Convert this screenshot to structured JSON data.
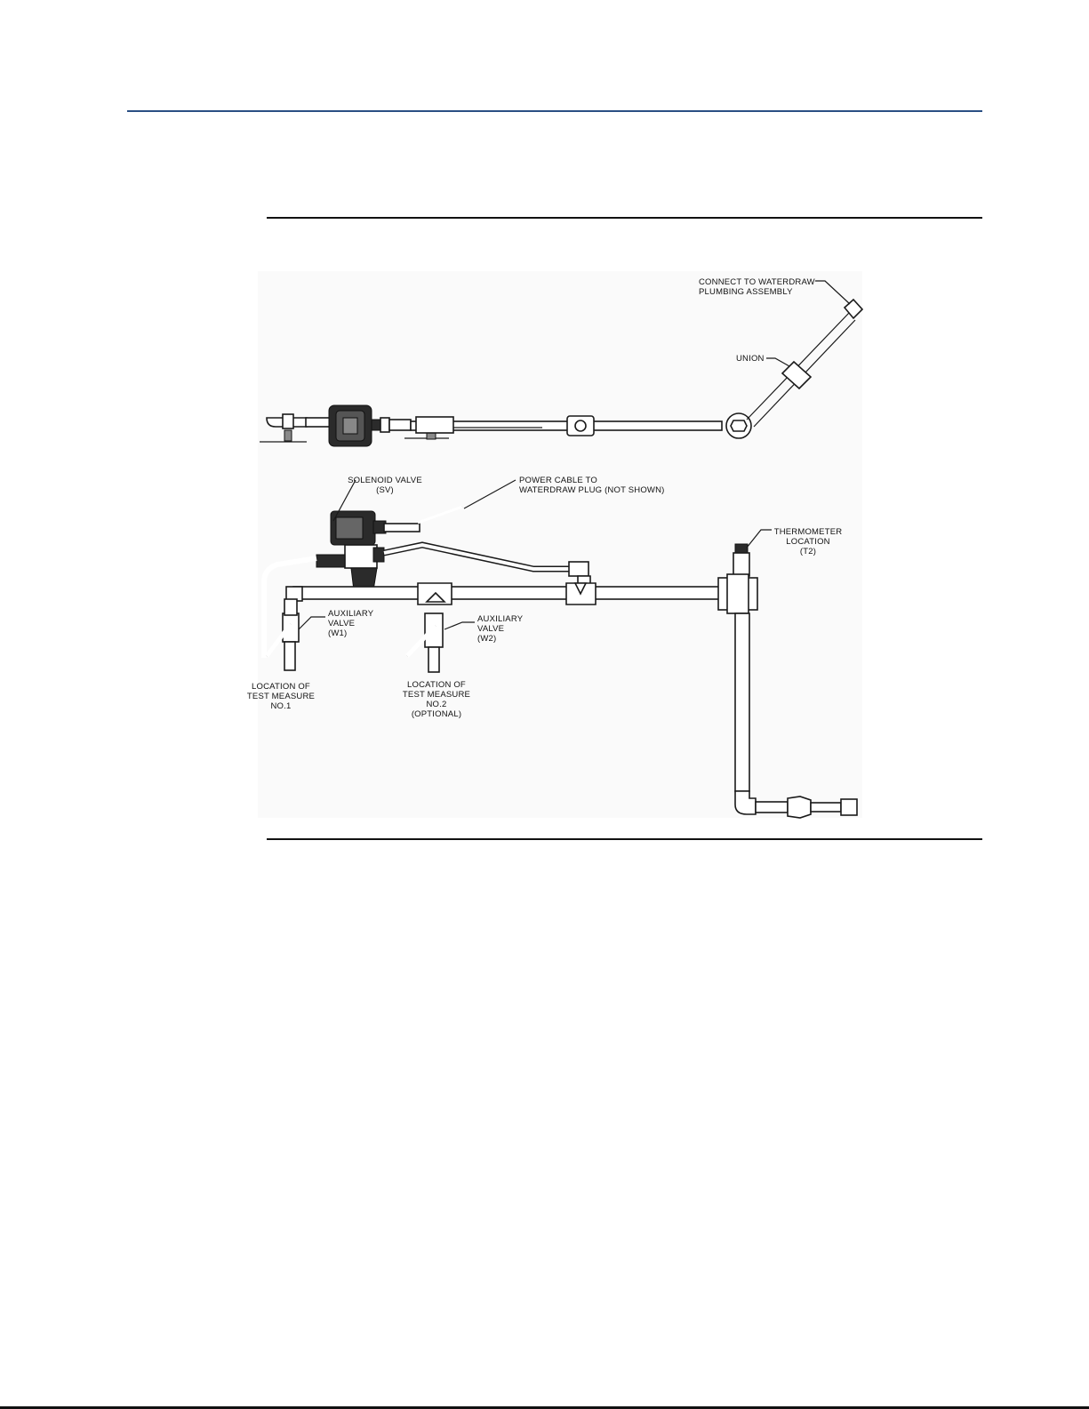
{
  "labels": {
    "connect": [
      "CONNECT TO WATERDRAW",
      "PLUMBING ASSEMBLY"
    ],
    "union": "UNION",
    "solenoid": [
      "SOLENOID VALVE",
      "(SV)"
    ],
    "power_cable": [
      "POWER CABLE TO",
      "WATERDRAW PLUG (NOT SHOWN)"
    ],
    "thermometer": [
      "THERMOMETER",
      "LOCATION",
      "(T2)"
    ],
    "aux_w1": [
      "AUXILIARY",
      "VALVE",
      "(W1)"
    ],
    "aux_w2": [
      "AUXILIARY",
      "VALVE",
      "(W2)"
    ],
    "test_measure_1": [
      "LOCATION OF",
      "TEST MEASURE",
      "NO.1"
    ],
    "test_measure_2": [
      "LOCATION OF",
      "TEST MEASURE",
      "NO.2",
      "(OPTIONAL)"
    ]
  },
  "colors": {
    "header_rule": "#2a4f83",
    "line": "#1a1a1a"
  }
}
